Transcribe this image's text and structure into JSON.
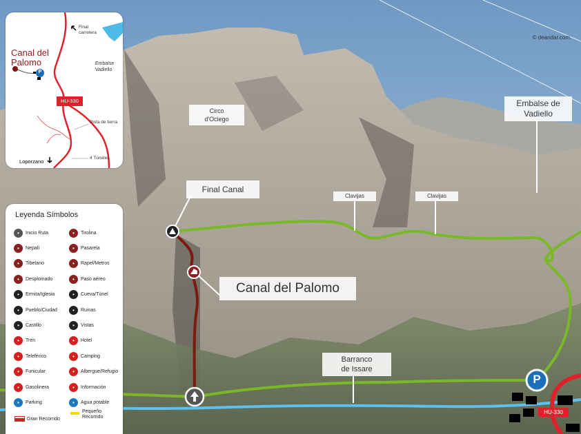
{
  "copyright": "© deandar.com",
  "inset_map": {
    "title_line1": "Canal del",
    "title_line2": "Palomo",
    "final_carretera_line1": "Final",
    "final_carretera_line2": "carretera",
    "embalse_line1": "Embalse",
    "embalse_line2": "Vadiello",
    "road": "HU-330",
    "pista": "Pista de tierra",
    "loporzano": "Loporzano",
    "tuneles": "4 Túneles",
    "parking_letter": "P"
  },
  "callouts": {
    "circo_line1": "Circo",
    "circo_line2": "d'Ociego",
    "final_canal": "Final Canal",
    "clavijas_1": "Clavijas",
    "clavijas_2": "Clavijas",
    "canal_del_palomo": "Canal del Palomo",
    "barranco_line1": "Barranco",
    "barranco_line2": "de Issare",
    "embalse_line1": "Embalse de",
    "embalse_line2": "Vadiello"
  },
  "map_labels": {
    "road": "HU-330",
    "parking_letter": "P"
  },
  "legend": {
    "title": "Leyenda Símbolos",
    "items_left": [
      {
        "label": "Inicio Ruta",
        "color": "#555555",
        "icon": "start-arrow-icon"
      },
      {
        "label": "Nepalí",
        "color": "#8a2020",
        "icon": "nepali-icon"
      },
      {
        "label": "Tibetano",
        "color": "#8a2020",
        "icon": "tibetan-bridge-icon"
      },
      {
        "label": "Desplomado",
        "color": "#8a2020",
        "icon": "overhang-icon"
      },
      {
        "label": "Ermita/Iglesia",
        "color": "#222222",
        "icon": "church-icon"
      },
      {
        "label": "Pueblo/Ciudad",
        "color": "#222222",
        "icon": "town-icon"
      },
      {
        "label": "Castillo",
        "color": "#222222",
        "icon": "castle-icon"
      },
      {
        "label": "Tren",
        "color": "#d62020",
        "icon": "train-icon"
      },
      {
        "label": "Teleférico",
        "color": "#d62020",
        "icon": "cable-car-icon"
      },
      {
        "label": "Funicular",
        "color": "#d62020",
        "icon": "funicular-icon"
      },
      {
        "label": "Gasolinera",
        "color": "#d62020",
        "icon": "fuel-icon"
      },
      {
        "label": "Parking",
        "color": "#1a7ac0",
        "icon": "parking-icon"
      }
    ],
    "items_right": [
      {
        "label": "Tirolina",
        "color": "#8a2020",
        "icon": "zipline-icon"
      },
      {
        "label": "Pasarela",
        "color": "#8a2020",
        "icon": "walkway-icon"
      },
      {
        "label": "Rapel/Metros",
        "color": "#8a2020",
        "icon": "rappel-icon"
      },
      {
        "label": "Paso aéreo",
        "color": "#8a2020",
        "icon": "aerial-pass-icon"
      },
      {
        "label": "Cueva/Túnel",
        "color": "#222222",
        "icon": "cave-icon"
      },
      {
        "label": "Ruinas",
        "color": "#222222",
        "icon": "ruins-icon"
      },
      {
        "label": "Vistas",
        "color": "#222222",
        "icon": "viewpoint-icon"
      },
      {
        "label": "Hotel",
        "color": "#d62020",
        "icon": "hotel-icon"
      },
      {
        "label": "Camping",
        "color": "#d62020",
        "icon": "camping-icon"
      },
      {
        "label": "Albergue/Refugio",
        "color": "#d62020",
        "icon": "shelter-icon"
      },
      {
        "label": "Información",
        "color": "#d62020",
        "icon": "info-icon"
      },
      {
        "label": "Agua potable",
        "color": "#1a7ac0",
        "icon": "water-icon"
      }
    ],
    "gran_recorrido": "Gran Recorrido",
    "pequeno_line1": "Pequeño",
    "pequeno_line2": "Recorrido",
    "gr_color": "#d62020",
    "pr_color": "#f2e100"
  },
  "colors": {
    "route_main": "#7a1a10",
    "trail_green": "#7ab82a",
    "river_blue": "#5ec0ee",
    "road_red": "#e0202a",
    "parking_blue": "#1a6fb8"
  }
}
